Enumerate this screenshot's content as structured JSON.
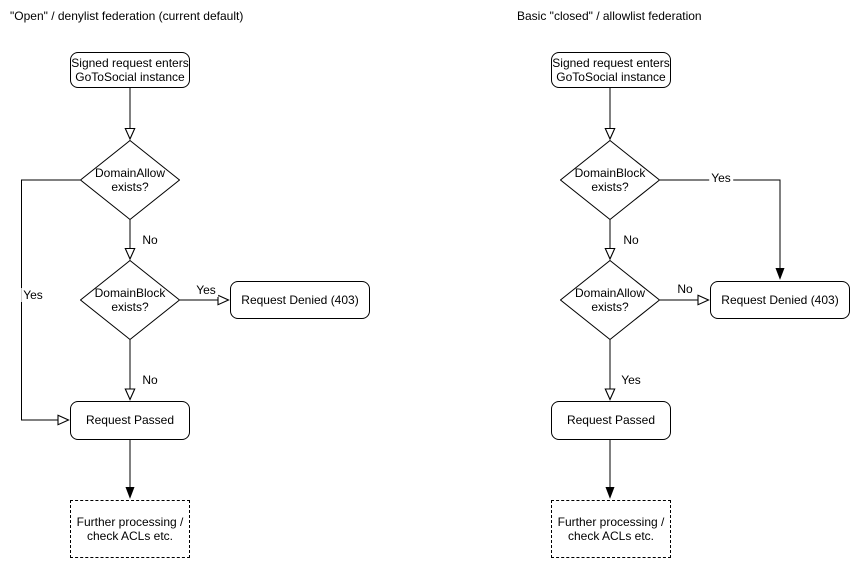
{
  "accent_colors": {
    "stroke": "#000000",
    "fill": "#ffffff",
    "text": "#000000"
  },
  "left_flow": {
    "title": "\"Open\" / denylist federation (current default)",
    "nodes": {
      "start": "Signed request enters\nGoToSocial instance",
      "decision_allow": "DomainAllow\nexists?",
      "decision_block": "DomainBlock\nexists?",
      "denied": "Request Denied (403)",
      "passed": "Request Passed",
      "further": "Further processing /\ncheck ACLs etc."
    },
    "edge_labels": {
      "allow_yes": "Yes",
      "allow_no": "No",
      "block_yes": "Yes",
      "block_no": "No"
    }
  },
  "right_flow": {
    "title": "Basic \"closed\" / allowlist federation",
    "nodes": {
      "start": "Signed request enters\nGoToSocial instance",
      "decision_block": "DomainBlock\nexists?",
      "decision_allow": "DomainAllow\nexists?",
      "denied": "Request Denied (403)",
      "passed": "Request Passed",
      "further": "Further processing /\ncheck ACLs etc."
    },
    "edge_labels": {
      "block_yes": "Yes",
      "block_no": "No",
      "allow_no": "No",
      "allow_yes": "Yes"
    }
  }
}
